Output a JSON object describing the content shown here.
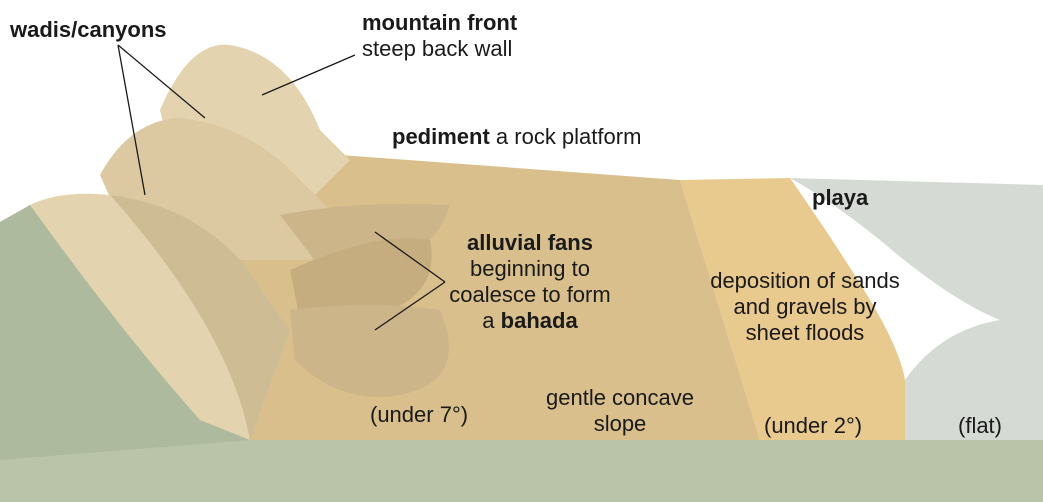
{
  "labels": {
    "wadis": "wadis/canyons",
    "mountain_front_bold": "mountain front",
    "mountain_front_sub": "steep back wall",
    "pediment_bold": "pediment",
    "pediment_rest": " a rock platform",
    "playa": "playa",
    "fans_bold": "alluvial fans",
    "fans_line1": "beginning to",
    "fans_line2": "coalesce to form",
    "fans_a": "a ",
    "fans_bahada": "bahada",
    "deposition_line1": "deposition of sands",
    "deposition_line2": "and gravels by",
    "deposition_line3": "sheet floods",
    "under7": "(under 7°)",
    "gentle_line1": "gentle concave",
    "gentle_line2": "slope",
    "under2": "(under 2°)",
    "flat": "(flat)"
  },
  "colors": {
    "ground_front": "#b9c4a9",
    "pediment": "#d9bf8c",
    "bahada_band": "#e8c98e",
    "playa": "#d6dad4",
    "mountain": "#e3d3ae",
    "mountain_shadow": "#c8b68f",
    "fan": "#cdb58a",
    "leader": "#1a1a1a"
  }
}
